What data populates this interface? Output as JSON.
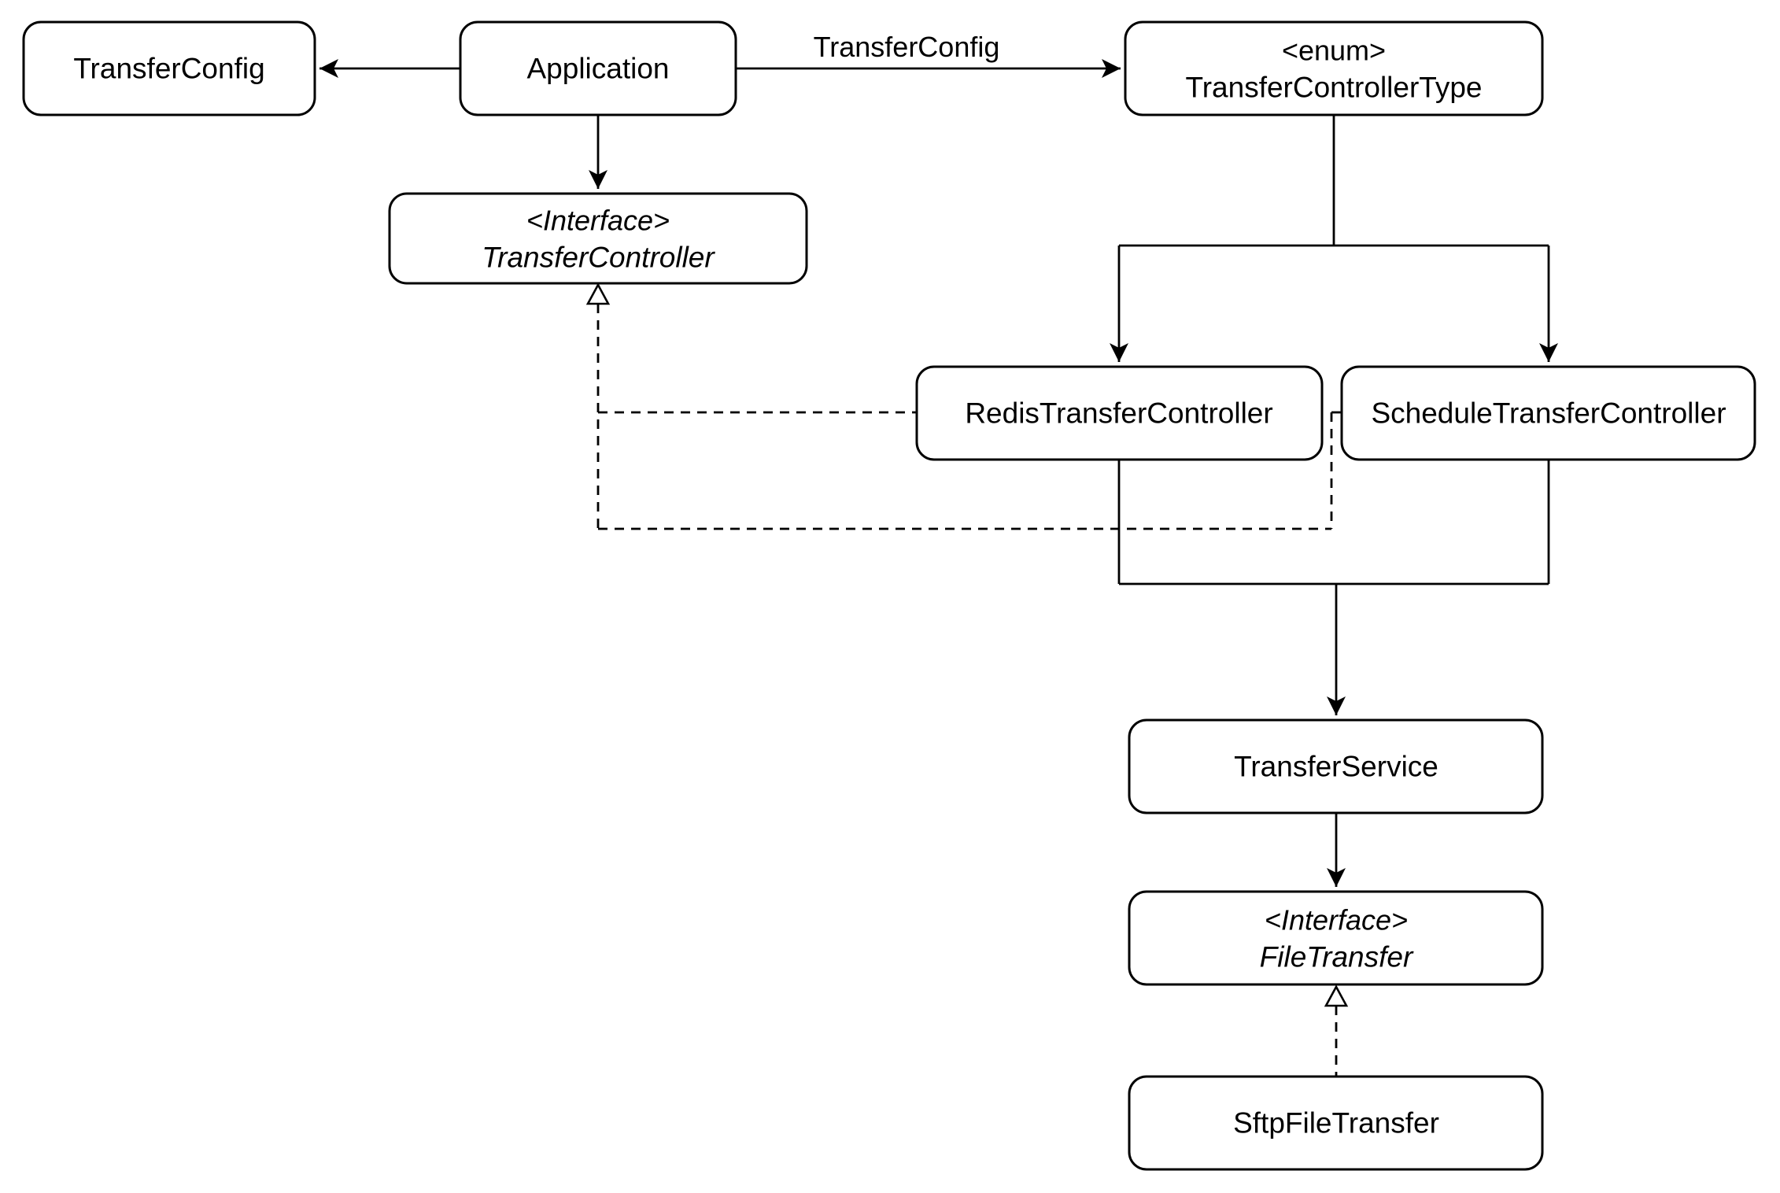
{
  "diagram": {
    "colors": {
      "background": "#ffffff",
      "line": "#000000",
      "box_fill": "#ffffff",
      "box_border": "#000000",
      "application_fill": "#dbe6f6",
      "application_border": "#7090c0"
    },
    "nodes": {
      "transfer_config": {
        "label": "TransferConfig"
      },
      "application": {
        "label": "Application"
      },
      "transfer_controller_type": {
        "stereotype": "<enum>",
        "label": "TransferControllerType"
      },
      "transfer_controller": {
        "stereotype": "<Interface>",
        "label": "TransferController"
      },
      "redis_transfer_controller": {
        "label": "RedisTransferController"
      },
      "schedule_transfer_controller": {
        "label": "ScheduleTransferController"
      },
      "transfer_service": {
        "label": "TransferService"
      },
      "file_transfer": {
        "stereotype": "<Interface>",
        "label": "FileTransfer"
      },
      "sftp_file_transfer": {
        "label": "SftpFileTransfer"
      }
    },
    "edge_labels": {
      "application_to_type": "TransferConfig"
    }
  }
}
